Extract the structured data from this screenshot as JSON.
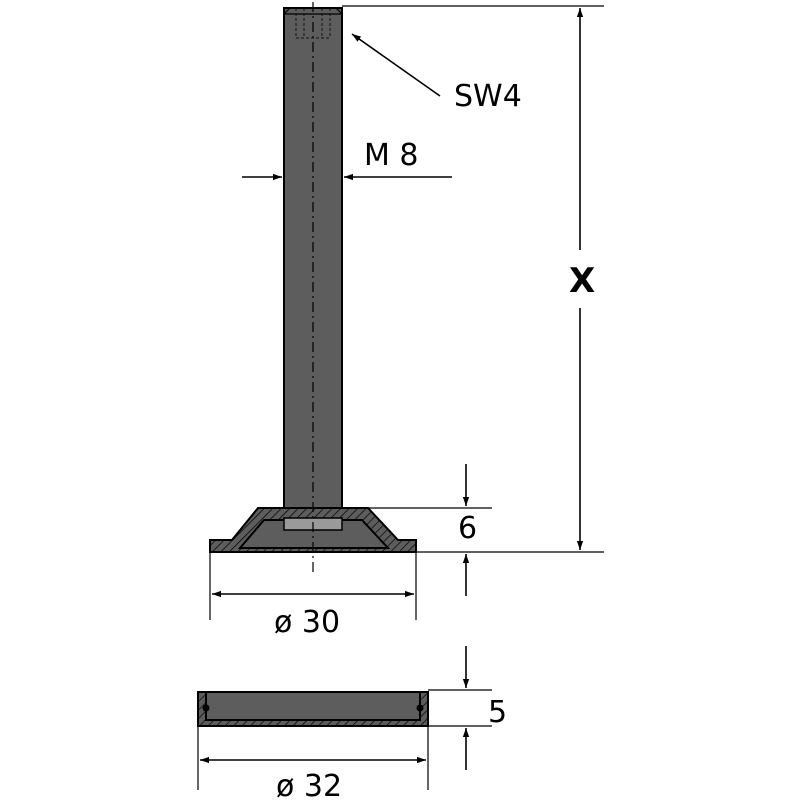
{
  "labels": {
    "wrench_size": "SW4",
    "thread": "M 8",
    "length": "X",
    "base_height": "6",
    "base_diameter": "ø 30",
    "pad_height": "5",
    "pad_diameter": "ø 32"
  },
  "colors": {
    "part_fill": "#5d5d5d",
    "line": "#000000",
    "background": "#ffffff"
  }
}
